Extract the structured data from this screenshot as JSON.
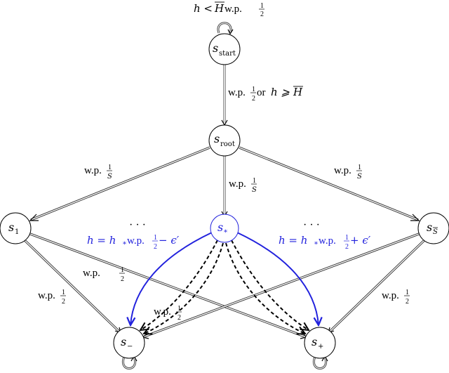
{
  "nodes": {
    "start": {
      "symbol": "s",
      "subscript": "start"
    },
    "root": {
      "symbol": "s",
      "subscript": "root"
    },
    "s1": {
      "symbol": "s",
      "subscript": "1"
    },
    "sstar": {
      "symbol": "s",
      "subscript": "*"
    },
    "sS": {
      "symbol": "s",
      "subscript": "S"
    },
    "sminus": {
      "symbol": "s",
      "subscript": "−"
    },
    "splus": {
      "symbol": "s",
      "subscript": "+"
    }
  },
  "labels": {
    "top_loop": {
      "lhs": "h < ",
      "var": "H",
      "wp": " w.p. ",
      "num": "1",
      "den": "2"
    },
    "start_root": {
      "wp": "w.p. ",
      "num": "1",
      "den": "2",
      "or": " or ",
      "h": "h ⩾ ",
      "var": "H"
    },
    "root_s1": {
      "wp": "w.p. ",
      "num": "1",
      "den": "S"
    },
    "root_sstar": {
      "wp": "w.p. ",
      "num": "1",
      "den": "S"
    },
    "root_sS": {
      "wp": "w.p. ",
      "num": "1",
      "den": "S"
    },
    "s1_sminus": {
      "wp": "w.p. ",
      "num": "1",
      "den": "2"
    },
    "s1_splus": {
      "wp": "w.p. ",
      "num": "1",
      "den": "2"
    },
    "sstar_dashed": {
      "wp": "w.p. ",
      "num": "1",
      "den": "2"
    },
    "sS_splus": {
      "wp": "w.p. ",
      "num": "1",
      "den": "2"
    },
    "blue_left": {
      "h": "h = h",
      "sub": "*",
      "wp": " w.p. ",
      "num": "1",
      "den": "2",
      "tail": " − ϵ′"
    },
    "blue_right": {
      "h": "h = h",
      "sub": "*",
      "wp": " w.p. ",
      "num": "1",
      "den": "2",
      "tail": " + ϵ′"
    },
    "dots_left": "· · ·",
    "dots_right": "· · ·"
  },
  "colors": {
    "accent_blue": "#2222dd",
    "gray_edge": "#7a7a7a",
    "black": "#000000"
  }
}
